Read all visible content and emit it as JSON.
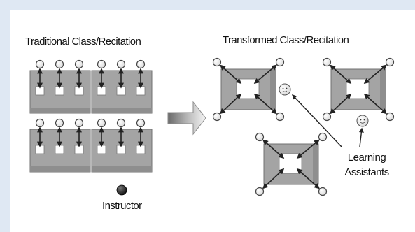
{
  "labels": {
    "traditional": "Traditional Class/Recitation",
    "transformed": "Transformed Class/Recitation",
    "instructor": "Instructor",
    "learning_assistants_line1": "Learning",
    "learning_assistants_line2": "Assistants"
  },
  "colors": {
    "frame": "#dfe8f3",
    "table": "#a4a4a4",
    "table_edge": "#707070",
    "paper": "#ffffff",
    "person": "#ffffff",
    "instructor": "#111111",
    "arrow": "#222222"
  }
}
